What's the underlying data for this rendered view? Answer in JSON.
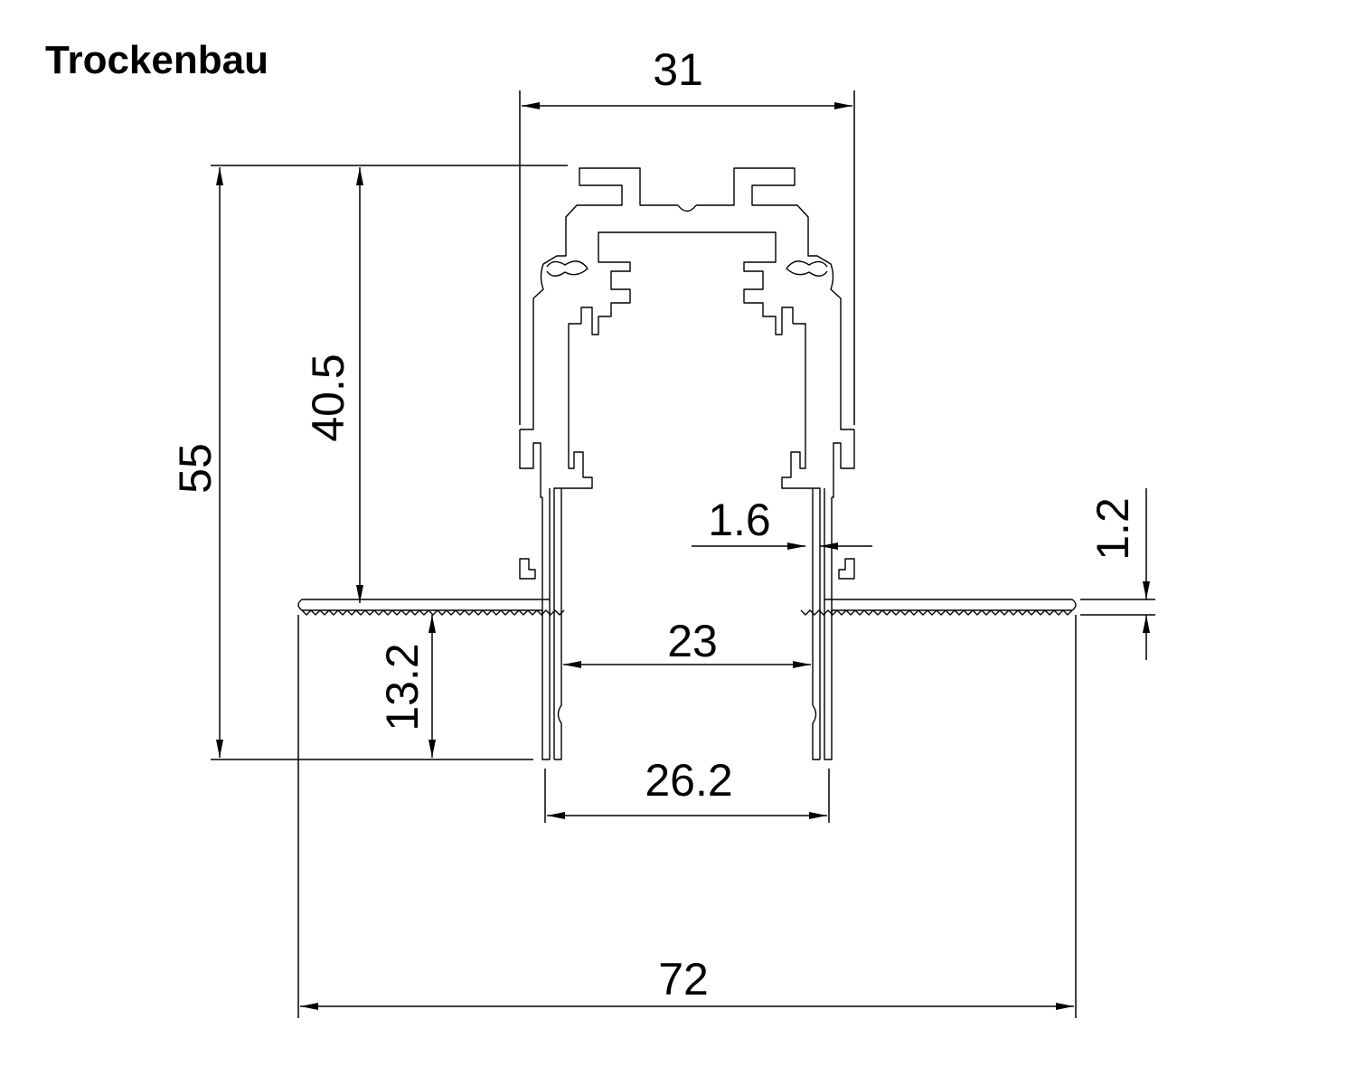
{
  "title": "Trockenbau",
  "colors": {
    "line": "#000000",
    "background": "#ffffff"
  },
  "dimensions": {
    "top_width": "31",
    "total_height": "55",
    "upper_height": "40.5",
    "wall_thickness": "1.6",
    "flange_thickness": "1.2",
    "inner_width": "23",
    "lower_height": "13.2",
    "outer_width": "26.2",
    "total_width": "72"
  }
}
